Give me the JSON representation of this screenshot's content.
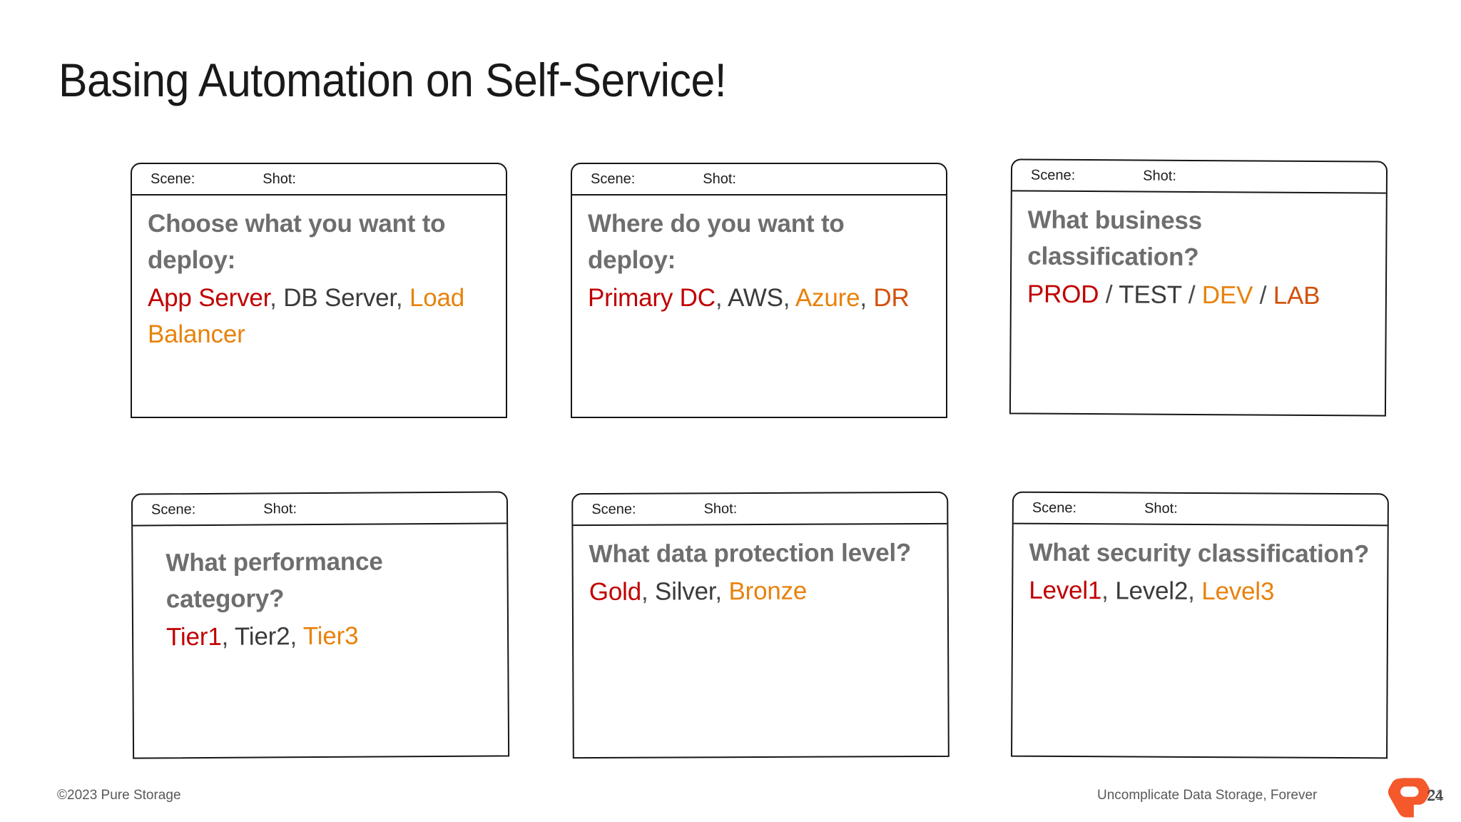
{
  "slide": {
    "title": "Basing Automation on Self-Service!"
  },
  "card_header": {
    "scene_label": "Scene:",
    "shot_label": "Shot:"
  },
  "colors": {
    "red": "#C00000",
    "dark": "#3B3B3B",
    "orange": "#E8820C",
    "deep_orange": "#D2500A",
    "question_gray": "#6E6E6E",
    "border": "#161616",
    "brand_orange": "#F4582B"
  },
  "cards": [
    {
      "id": "deploy-what",
      "question": "Choose what you want to deploy:",
      "options": [
        {
          "text": "App Server",
          "color": "red"
        },
        {
          "text": "DB Server",
          "color": "dark"
        },
        {
          "text": "Load Balancer",
          "color": "orange"
        }
      ],
      "separator": ", "
    },
    {
      "id": "deploy-where",
      "question": "Where do you want to deploy:",
      "options": [
        {
          "text": "Primary DC",
          "color": "red"
        },
        {
          "text": "AWS",
          "color": "dark"
        },
        {
          "text": "Azure",
          "color": "orange"
        },
        {
          "text": "DR",
          "color": "deep"
        }
      ],
      "separator": ", "
    },
    {
      "id": "business-classification",
      "question": "What business classification?",
      "options": [
        {
          "text": "PROD",
          "color": "red"
        },
        {
          "text": "TEST",
          "color": "dark"
        },
        {
          "text": "DEV",
          "color": "orange"
        },
        {
          "text": "LAB",
          "color": "deep"
        }
      ],
      "separator": " / "
    },
    {
      "id": "performance-category",
      "question": "What performance category?",
      "options": [
        {
          "text": "Tier1",
          "color": "red"
        },
        {
          "text": "Tier2",
          "color": "dark"
        },
        {
          "text": "Tier3",
          "color": "orange"
        }
      ],
      "separator": ", "
    },
    {
      "id": "data-protection-level",
      "question": "What data protection level?",
      "options": [
        {
          "text": "Gold",
          "color": "red"
        },
        {
          "text": "Silver",
          "color": "dark"
        },
        {
          "text": "Bronze",
          "color": "orange"
        }
      ],
      "separator": ", "
    },
    {
      "id": "security-classification",
      "question": "What security classification?",
      "options": [
        {
          "text": "Level1",
          "color": "red"
        },
        {
          "text": "Level2",
          "color": "dark"
        },
        {
          "text": "Level3",
          "color": "orange"
        }
      ],
      "separator": ", "
    }
  ],
  "footer": {
    "copyright": "©2023 Pure Storage",
    "tagline": "Uncomplicate Data Storage, Forever",
    "page_number": "24",
    "page_number_overlay": "21",
    "logo_name": "pure-storage-logo"
  }
}
